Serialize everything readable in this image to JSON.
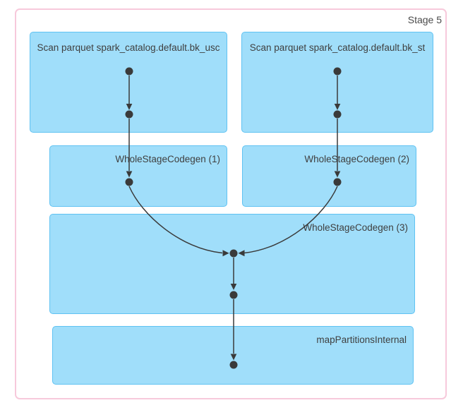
{
  "stage": {
    "label": "Stage 5"
  },
  "nodes": [
    {
      "id": "scan-bk-usc",
      "label": "Scan parquet spark_catalog.default.bk_usc",
      "type": "scan"
    },
    {
      "id": "scan-bk-st",
      "label": "Scan parquet spark_catalog.default.bk_st",
      "type": "scan"
    },
    {
      "id": "wholestagecodegen-1",
      "label": "WholeStageCodegen (1)",
      "type": "codegen"
    },
    {
      "id": "wholestagecodegen-2",
      "label": "WholeStageCodegen (2)",
      "type": "codegen"
    },
    {
      "id": "wholestagecodegen-3",
      "label": "WholeStageCodegen (3)",
      "type": "codegen"
    },
    {
      "id": "mappartitionsinternal",
      "label": "mapPartitionsInternal",
      "type": "operator"
    }
  ],
  "edges": [
    {
      "from": "scan-bk-usc",
      "to": "wholestagecodegen-1"
    },
    {
      "from": "scan-bk-st",
      "to": "wholestagecodegen-2"
    },
    {
      "from": "wholestagecodegen-1",
      "to": "wholestagecodegen-3"
    },
    {
      "from": "wholestagecodegen-2",
      "to": "wholestagecodegen-3"
    },
    {
      "from": "wholestagecodegen-3",
      "to": "mappartitionsinternal"
    }
  ],
  "colors": {
    "node_fill": "#A0DEFA",
    "node_border": "#5FC2F2",
    "stage_border": "#F7C9DB",
    "edge": "#3A3A3A",
    "dot": "#3A3A3A",
    "text": "#3F3F3F",
    "background": "#FFFFFF"
  }
}
